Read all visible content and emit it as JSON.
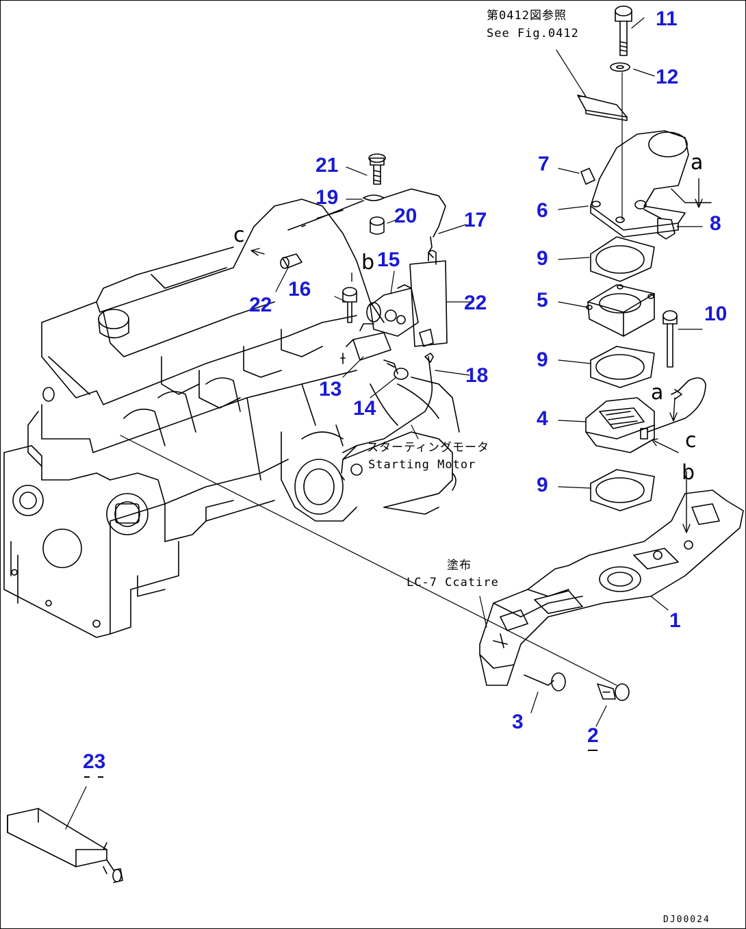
{
  "callouts": [
    {
      "label": "11"
    },
    {
      "label": "12"
    },
    {
      "label": "21"
    },
    {
      "label": "7"
    },
    {
      "label": "19"
    },
    {
      "label": "20"
    },
    {
      "label": "17"
    },
    {
      "label": "6"
    },
    {
      "label": "8"
    },
    {
      "label": "15"
    },
    {
      "label": "9"
    },
    {
      "label": "16"
    },
    {
      "label": "22"
    },
    {
      "label": "22"
    },
    {
      "label": "5"
    },
    {
      "label": "10"
    },
    {
      "label": "9"
    },
    {
      "label": "13"
    },
    {
      "label": "18"
    },
    {
      "label": "14"
    },
    {
      "label": "4"
    },
    {
      "label": "9"
    },
    {
      "label": "1"
    },
    {
      "label": "3"
    },
    {
      "label": "2"
    },
    {
      "label": "23"
    }
  ],
  "notes": {
    "see_fig_jp": "第0412図参照",
    "see_fig_en": "See Fig.0412",
    "starting_motor_jp": "スターティングモータ",
    "starting_motor_en": "Starting Motor",
    "coating_jp": "塗布",
    "coating_en": "LC-7 Ccatire"
  },
  "ref_letters": {
    "a_top": "a",
    "a_mid": "a",
    "b_left": "b",
    "b_right": "b",
    "c_left": "c",
    "c_right": "c"
  },
  "drawing_code": "DJ00024",
  "colors": {
    "callout": "#1a1ad6",
    "line": "#000000"
  }
}
